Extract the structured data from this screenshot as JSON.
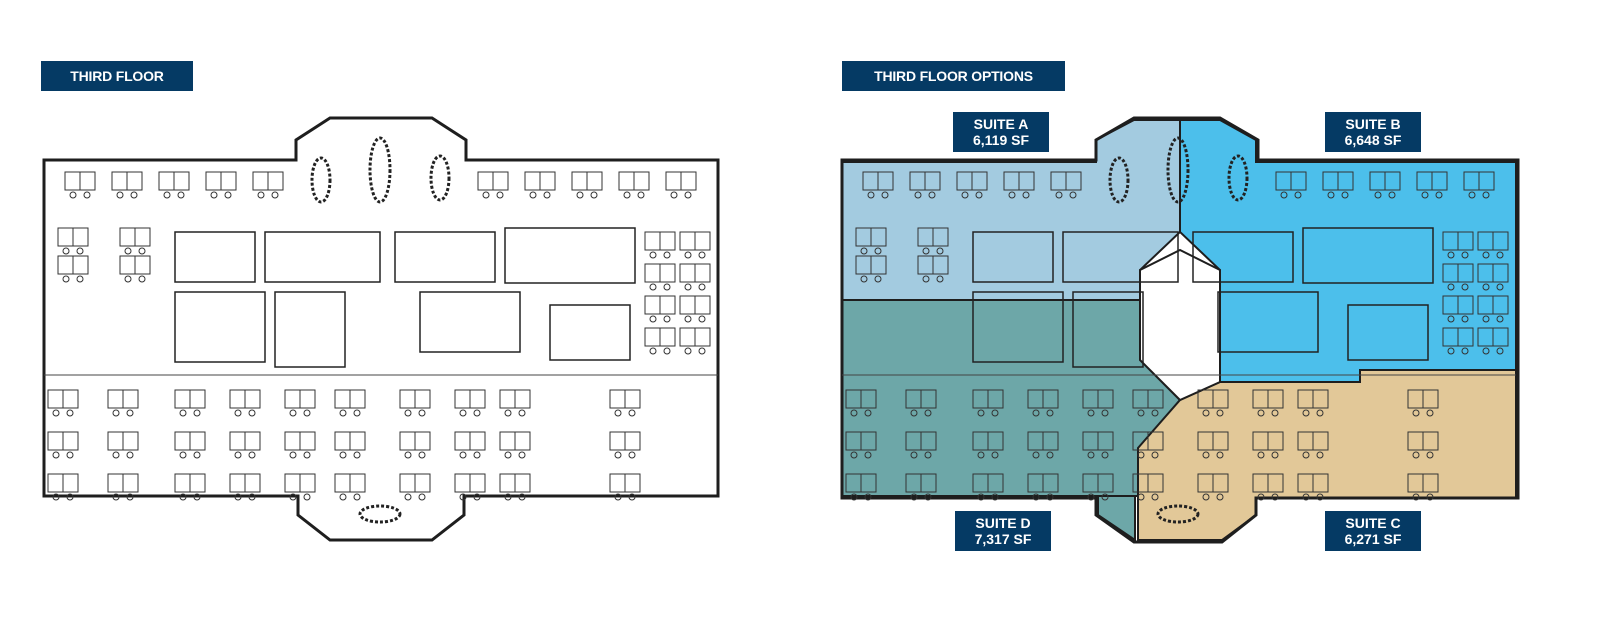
{
  "left_panel": {
    "title": "THIRD FLOOR"
  },
  "right_panel": {
    "title": "THIRD FLOOR OPTIONS",
    "suites": [
      {
        "name": "SUITE A",
        "area": "6,119 SF",
        "color": "#a3cbe0"
      },
      {
        "name": "SUITE B",
        "area": "6,648 SF",
        "color": "#4cbfeb"
      },
      {
        "name": "SUITE C",
        "area": "6,271 SF",
        "color": "#e2c898"
      },
      {
        "name": "SUITE D",
        "area": "7,317 SF",
        "color": "#6da7a8"
      }
    ]
  },
  "colors": {
    "label_bg": "#053a64",
    "wall": "#1e1e1e"
  }
}
